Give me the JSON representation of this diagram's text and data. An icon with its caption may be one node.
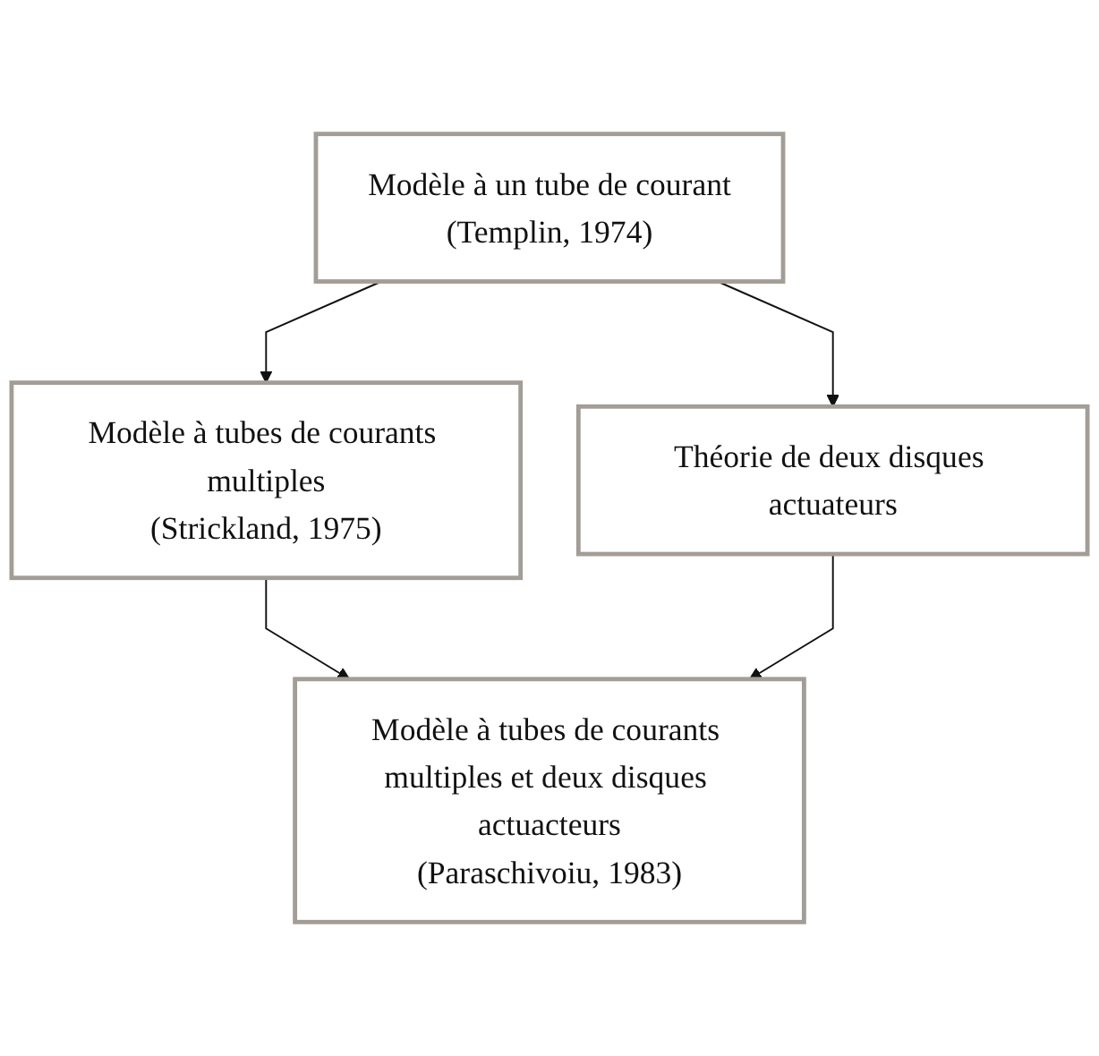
{
  "diagram": {
    "nodes": [
      {
        "text": [
          "Modèle à un tube de courant",
          "(Templin, 1974)"
        ]
      },
      {
        "text": [
          "Modèle à tubes de courants multiples",
          "(Strickland, 1975)"
        ]
      },
      {
        "text": [
          "Théorie de deux disques actuateurs"
        ]
      },
      {
        "text": [
          "Modèle à tubes de courants multiples et deux disques actuacteurs",
          "(Paraschivoiu, 1983)"
        ]
      }
    ],
    "edges": [
      {
        "from": 0,
        "to": 1,
        "arrow": "to"
      },
      {
        "from": 0,
        "to": 2,
        "arrow": "to"
      },
      {
        "from": 1,
        "to": 3,
        "arrow": "to"
      },
      {
        "from": 2,
        "to": 3,
        "arrow": "to"
      }
    ]
  }
}
